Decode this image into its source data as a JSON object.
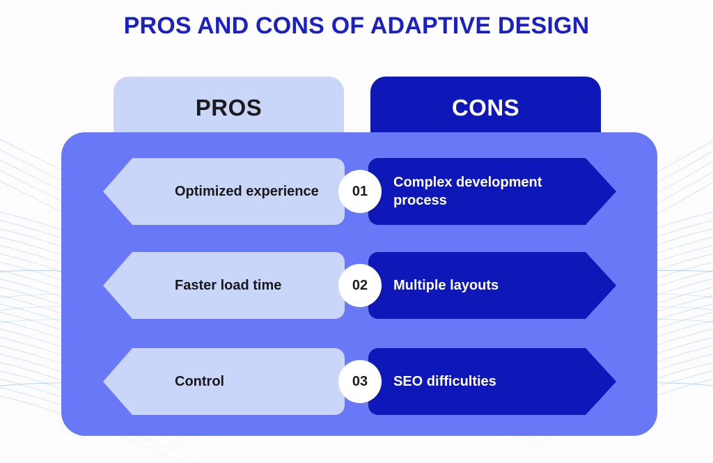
{
  "page": {
    "title": "PROS AND CONS OF ADAPTIVE DESIGN"
  },
  "colors": {
    "title_blue": "#1a20c4",
    "panel_purple": "#6878f6",
    "pros_light_blue": "#c9d5f9",
    "cons_navy": "#0e17b8",
    "badge_white": "#ffffff",
    "dark_text": "#191919",
    "background": "#fdfdff"
  },
  "tabs": [
    {
      "label": "PROS",
      "variant": "light"
    },
    {
      "label": "CONS",
      "variant": "dark"
    }
  ],
  "rows": [
    {
      "number": "01",
      "pro": "Optimized experience",
      "con": "Complex development process"
    },
    {
      "number": "02",
      "pro": "Faster load time",
      "con": "Multiple layouts"
    },
    {
      "number": "03",
      "pro": "Control",
      "con": "SEO difficulties"
    }
  ]
}
